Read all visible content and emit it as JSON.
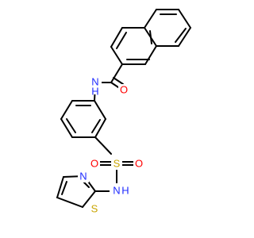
{
  "colors": {
    "carbon": "#000000",
    "nitrogen": "#1f2bff",
    "oxygen": "#ff0000",
    "sulfur": "#c8a400"
  },
  "atoms": {
    "amide_o": "O",
    "amide_nh": "N",
    "amide_h": "H",
    "sulfonyl_s": "S",
    "sulfonyl_o_left": "O",
    "sulfonyl_o_right": "O",
    "sulfonamide_n": "N",
    "sulfonamide_h": "H",
    "thiazole_n": "N",
    "thiazole_s": "S"
  }
}
